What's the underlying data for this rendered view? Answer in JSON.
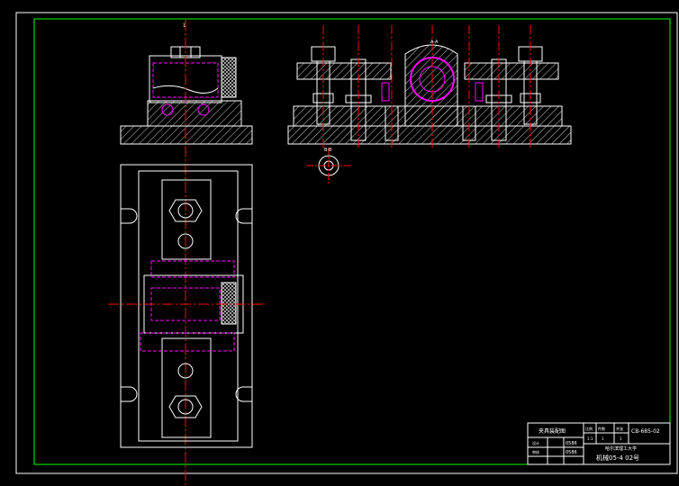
{
  "drawing": {
    "colors": {
      "background": "#000000",
      "border_outer": "#ffffff",
      "border_inner": "#00ff00",
      "outline": "#ffffff",
      "hidden_line": "#ff00ff",
      "center_line": "#ff0000"
    },
    "views": {
      "side_view_top_label": "1",
      "front_view_label": "A-A",
      "section_label": "B-B"
    },
    "title_block": {
      "drawing_name": "夹具装配图",
      "company": "哈尔滨理工大学",
      "class_label": "机械05-4 02号",
      "scale_label": "比例",
      "scale_value": "1:1",
      "sheet_label": "共张",
      "sheet_value": "1",
      "qty_label": "件数",
      "qty_value": "1",
      "drawing_no": "CB-685-02",
      "designer_label": "设计",
      "designer_value": "0586",
      "checker_label": "审核",
      "checker_value": "0586"
    }
  }
}
